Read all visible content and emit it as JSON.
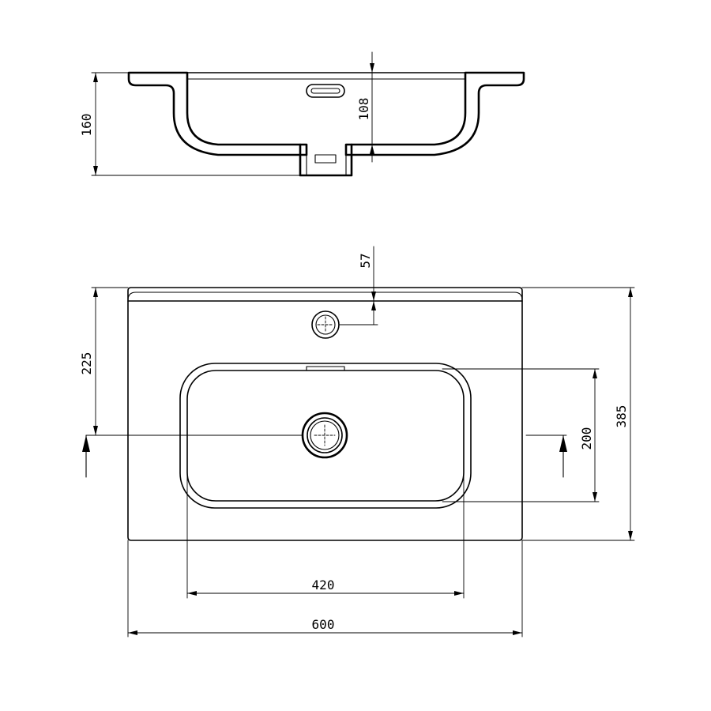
{
  "dimensions": {
    "height_total": "160",
    "drain_depth": "108",
    "tap_hole_offset": "57",
    "drain_center_from_back": "225",
    "depth_total": "385",
    "basin_depth": "200",
    "basin_width": "420",
    "width_total": "600"
  }
}
